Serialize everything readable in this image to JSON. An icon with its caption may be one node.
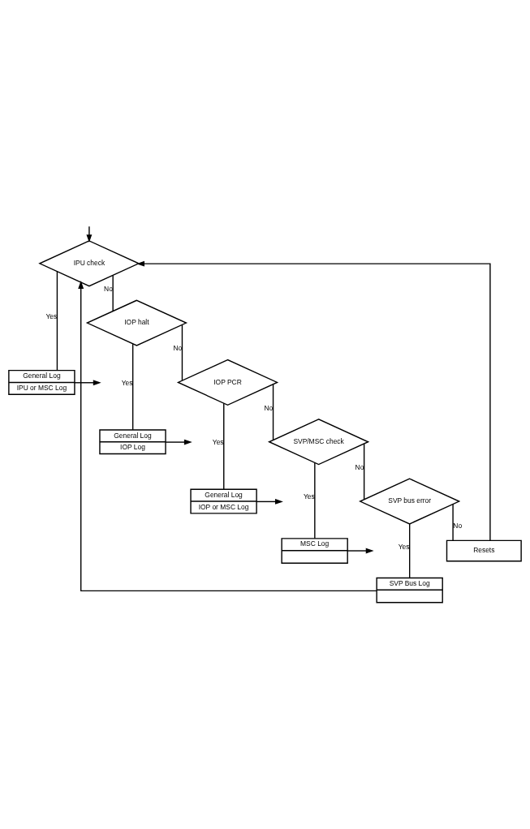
{
  "diagram": {
    "nodes": [
      {
        "text": [
          "IPU check"
        ]
      },
      {
        "text": [
          "General Log",
          "IPU or MSC Log"
        ]
      },
      {
        "text": [
          "IOP halt"
        ]
      },
      {
        "text": [
          "General Log",
          "IOP Log"
        ]
      },
      {
        "text": [
          "IOP PCR"
        ]
      },
      {
        "text": [
          "General Log",
          "IOP or MSC Log"
        ]
      },
      {
        "text": [
          "SVP/MSC check"
        ]
      },
      {
        "text": [
          "MSC Log"
        ]
      },
      {
        "text": [
          "SVP bus error"
        ]
      },
      {
        "text": [
          "SVP Bus Log"
        ]
      },
      {
        "text": [
          "Resets"
        ]
      }
    ],
    "edges": [
      {
        "from": null,
        "to": 0,
        "arrow": "to"
      },
      {
        "from": 0,
        "to": 1,
        "arrow": "none",
        "label": "Yes"
      },
      {
        "from": 0,
        "to": 2,
        "arrow": "none",
        "label": "No"
      },
      {
        "from": 1,
        "to": null,
        "arrow": "to"
      },
      {
        "from": 2,
        "to": 3,
        "arrow": "none",
        "label": "Yes"
      },
      {
        "from": 2,
        "to": 4,
        "arrow": "none",
        "label": "No"
      },
      {
        "from": 3,
        "to": null,
        "arrow": "to"
      },
      {
        "from": 4,
        "to": 5,
        "arrow": "none",
        "label": "Yes"
      },
      {
        "from": 4,
        "to": 6,
        "arrow": "none",
        "label": "No"
      },
      {
        "from": 5,
        "to": null,
        "arrow": "to"
      },
      {
        "from": 6,
        "to": 7,
        "arrow": "none",
        "label": "Yes"
      },
      {
        "from": 6,
        "to": 8,
        "arrow": "none",
        "label": "No"
      },
      {
        "from": 7,
        "to": null,
        "arrow": "to"
      },
      {
        "from": 8,
        "to": 9,
        "arrow": "none",
        "label": "Yes"
      },
      {
        "from": 8,
        "to": 10,
        "arrow": "none",
        "label": "No"
      },
      {
        "from": 9,
        "to": 0,
        "arrow": "to"
      },
      {
        "from": 10,
        "to": 0,
        "arrow": "to"
      }
    ]
  }
}
